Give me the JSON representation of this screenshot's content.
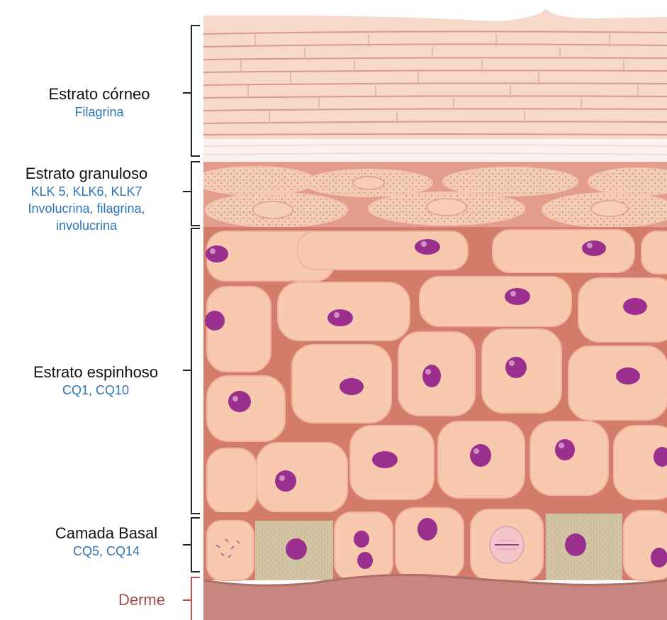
{
  "layers": [
    {
      "id": "corneo",
      "title": "Estrato córneo",
      "lines": [
        "Filagrina"
      ]
    },
    {
      "id": "granuloso",
      "title": "Estrato granuloso",
      "lines": [
        "KLK 5, KLK6, KLK7",
        "Involucrina, filagrina,",
        "involucrina"
      ]
    },
    {
      "id": "espinhoso",
      "title": "Estrato espinhoso",
      "lines": [
        "CQ1, CQ10"
      ]
    },
    {
      "id": "basal",
      "title": "Camada Basal",
      "lines": [
        "CQ5, CQ14"
      ]
    },
    {
      "id": "derme",
      "title": "Derme",
      "lines": []
    }
  ],
  "colors": {
    "label_text": "#111111",
    "protein_text": "#2e75b6",
    "derme_text": "#a04d4d",
    "bracket": "#222222",
    "derme_bracket": "#c0504d",
    "corneo_fill": "#f6d7c8",
    "corneo_line": "#d99a8a",
    "granular_bg": "#e9a592",
    "granular_cell": "#f6cdb7",
    "spinous_bg": "#d77d6c",
    "spinous_cell": "#f8c9ae",
    "nucleus": "#9a2f8e",
    "basal_matrix": "#cfc3a3",
    "dermis": "#c98780"
  }
}
